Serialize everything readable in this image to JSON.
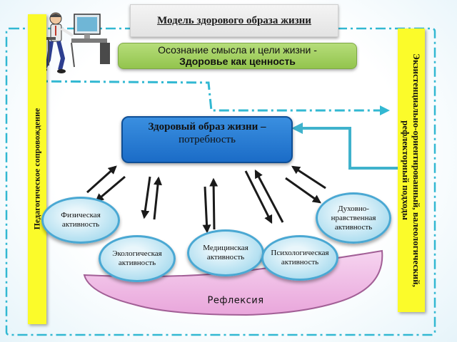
{
  "title": "Модель здорового образа жизни",
  "left_bar": {
    "text": "Педагогическое сопровождение"
  },
  "right_bar": {
    "line1": "Экзистенциально-ориентированный, валеологический,",
    "line2": "рефлекторный подходы"
  },
  "top_box": {
    "line1": "Осознание смысла и цели жизни -",
    "line2": "Здоровье как ценность"
  },
  "center_box": {
    "line1": "Здоровый образ жизни –",
    "line2": "потребность"
  },
  "activities": {
    "physical": "Физическая активность",
    "ecological": "Экологическая активность",
    "medical": "Медицинская активность",
    "psychological": "Психологическая активность",
    "spiritual": "Духовно-нравственная активность"
  },
  "reflection": "Рефлексия",
  "colors": {
    "accent_yellow": "#fbfb2a",
    "top_box_green": "#a6d163",
    "center_box_blue": "#2a7fd6",
    "oval_border": "#4aa8d3",
    "reflection_pink": "#f0bde6",
    "dashed_frame": "#32b8d2",
    "connector_teal": "#3fb2cc"
  },
  "icons": {
    "clipart": "person-at-computer-icon"
  }
}
